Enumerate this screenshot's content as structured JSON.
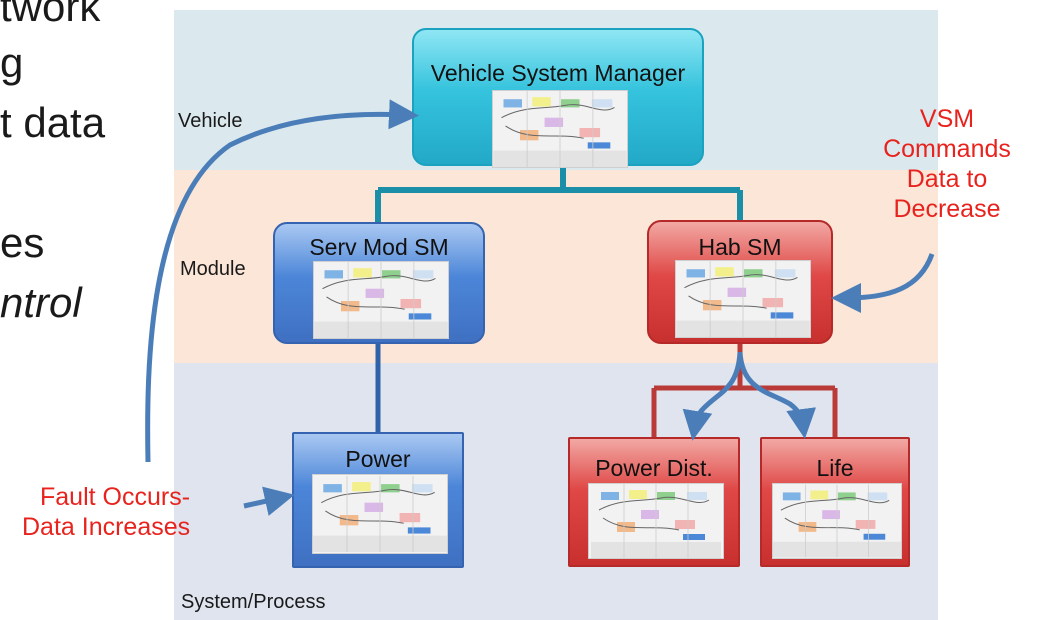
{
  "left_text": [
    "twork",
    "g",
    "t data",
    "es",
    "ntrol"
  ],
  "bands": {
    "vehicle": "Vehicle",
    "module": "Module",
    "system": "System/Process"
  },
  "boxes": {
    "vsm": "Vehicle System Manager",
    "serv": "Serv Mod SM",
    "hab": "Hab SM",
    "power": "Power",
    "powerdist": "Power Dist.",
    "life": "Life"
  },
  "annotations": {
    "vsm_line1": "VSM",
    "vsm_line2": "Commands",
    "vsm_line3": "Data to",
    "vsm_line4": "Decrease",
    "fault_line1": "Fault Occurs-",
    "fault_line2": "Data Increases"
  },
  "colors": {
    "vehicle_band": "#dbe9ef",
    "module_band": "#fbe6d8",
    "system_band": "#dfe4ee",
    "cyan_box": "#35c3dd",
    "blue_box": "#4c86d8",
    "red_box": "#df4846",
    "annotation_red": "#e8231e",
    "arrow_blue": "#4b7eb8"
  }
}
